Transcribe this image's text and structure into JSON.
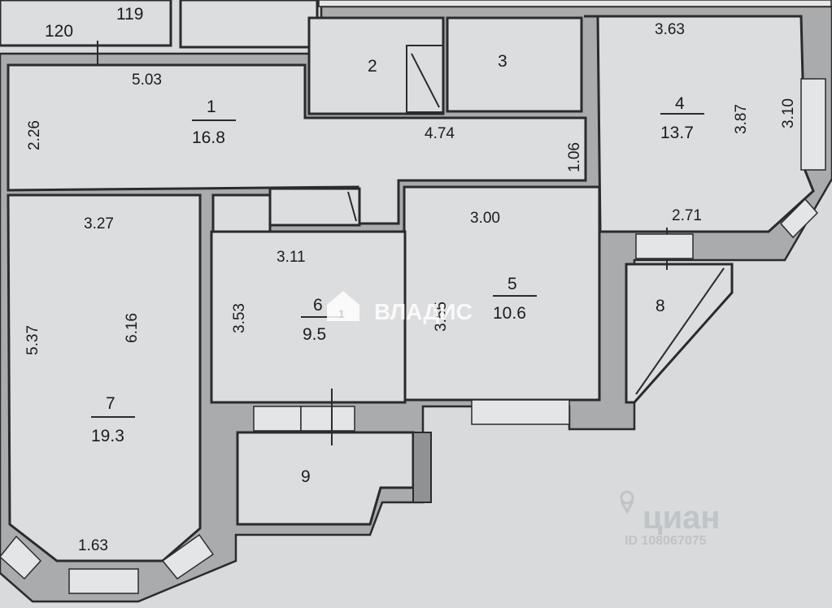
{
  "plan": {
    "neighbor_units": [
      "120",
      "119"
    ],
    "rooms": [
      {
        "id": "1",
        "number": "1",
        "area": "16.8",
        "dims": [
          "5.03",
          "2.26",
          "4.74",
          "1.06"
        ]
      },
      {
        "id": "2",
        "number": "2"
      },
      {
        "id": "3",
        "number": "3"
      },
      {
        "id": "4",
        "number": "4",
        "area": "13.7",
        "dims": [
          "3.63",
          "3.87",
          "3.10",
          "2.71"
        ]
      },
      {
        "id": "5",
        "number": "5",
        "area": "10.6",
        "dims": [
          "3.00",
          "3.55"
        ]
      },
      {
        "id": "6",
        "number": "6",
        "area": "9.5",
        "dims": [
          "3.11",
          "3.53"
        ]
      },
      {
        "id": "7",
        "number": "7",
        "area": "19.3",
        "dims": [
          "3.27",
          "5.37",
          "6.16",
          "1.63"
        ]
      },
      {
        "id": "8",
        "number": "8"
      },
      {
        "id": "9",
        "number": "9"
      }
    ]
  },
  "watermarks": {
    "vladis": "ВЛАДИС",
    "cian": "циан",
    "cian_id": "ID 108067075"
  },
  "colors": {
    "wall": "#a9abad",
    "room": "#dcdddf",
    "background": "#d9dadb",
    "lines": "#2b2b2b"
  }
}
